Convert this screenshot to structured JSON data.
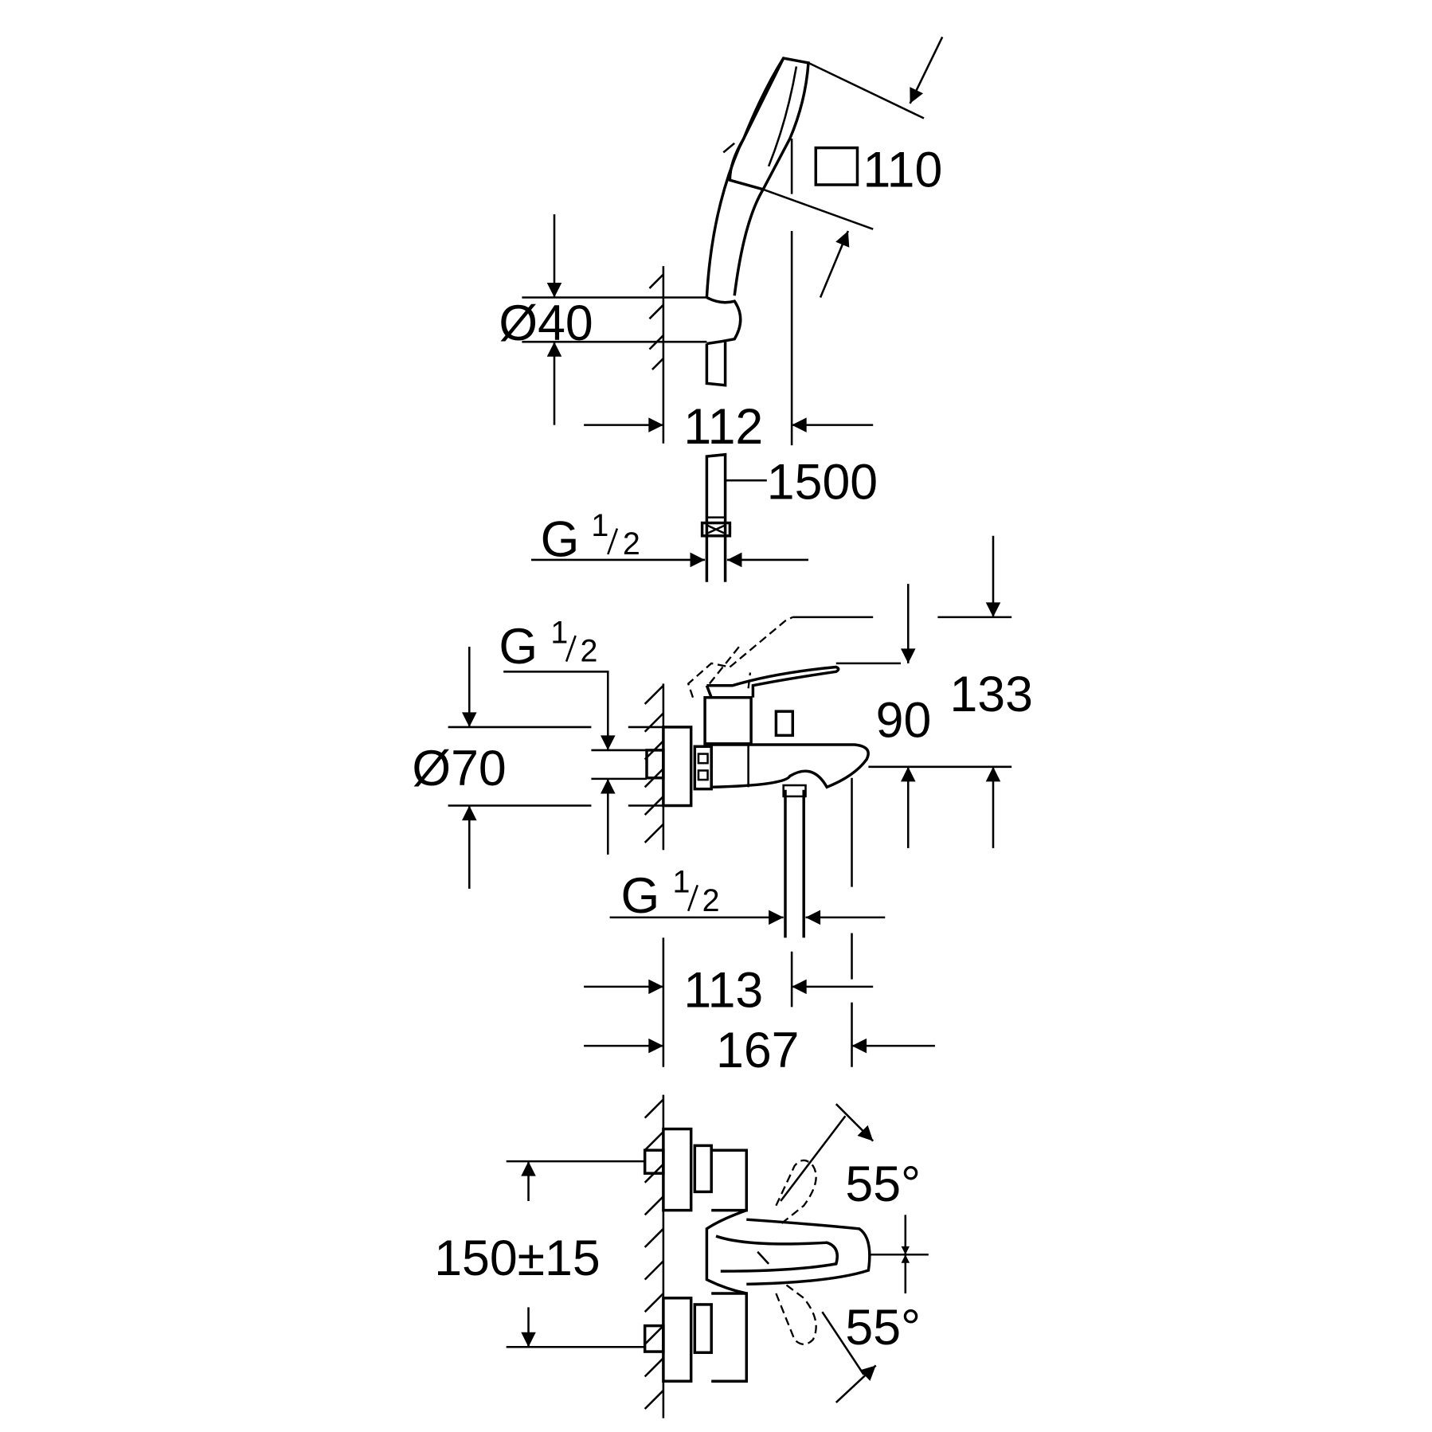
{
  "hand_shower": {
    "head_size": "110",
    "holder_diameter": "Ø40",
    "projection": "112",
    "hose_length": "1500",
    "hose_thread": {
      "g": "G",
      "num": "1",
      "den": "2"
    }
  },
  "mixer_side": {
    "inlet_thread": {
      "g": "G",
      "num": "1",
      "den": "2"
    },
    "escutcheon_diameter": "Ø70",
    "height_lever": "90",
    "height_lever_open": "133",
    "outlet_thread": {
      "g": "G",
      "num": "1",
      "den": "2"
    },
    "projection_outlet": "113",
    "projection_total": "167"
  },
  "mixer_front": {
    "centres": "150±15",
    "angle_up": "55°",
    "angle_down": "55°"
  }
}
